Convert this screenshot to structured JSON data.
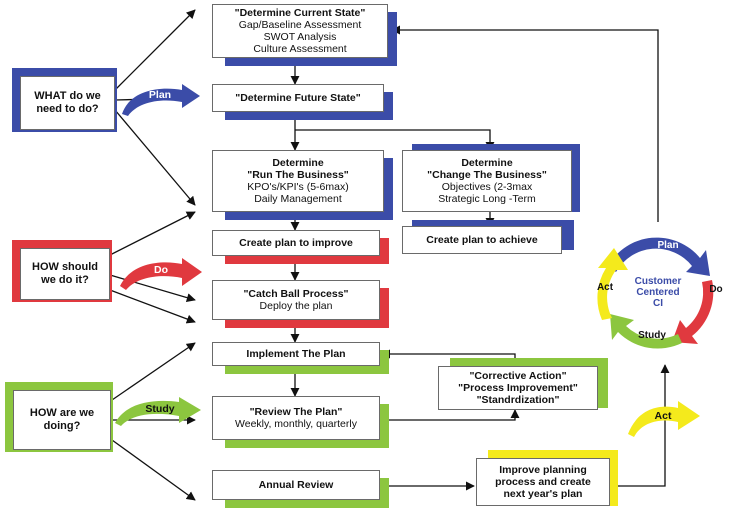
{
  "side_questions": {
    "what": "WHAT do we need to do?",
    "how_should": "HOW should we do it?",
    "how_doing": "HOW are we doing?"
  },
  "side_arrows": {
    "plan": "Plan",
    "do": "Do",
    "study": "Study",
    "act": "Act"
  },
  "boxes": {
    "current_state": [
      "\"Determine Current State\"",
      "Gap/Baseline Assessment",
      "SWOT Analysis",
      "Culture Assessment"
    ],
    "future_state": "\"Determine Future State\"",
    "run_business": [
      "Determine",
      "\"Run The Business\"",
      "KPO's/KPI's (5-6max)",
      "Daily Management"
    ],
    "change_business": [
      "Determine",
      "\"Change The Business\"",
      "Objectives (2-3max",
      "Strategic Long -Term"
    ],
    "plan_improve": "Create plan to improve",
    "plan_achieve": "Create plan to achieve",
    "catch_ball": [
      "\"Catch Ball Process\"",
      "Deploy the plan"
    ],
    "implement": "Implement The Plan",
    "corrective": [
      "\"Corrective Action\"",
      "\"Process Improvement\"",
      "\"Standrdization\""
    ],
    "review": [
      "\"Review The Plan\"",
      "Weekly, monthly, quarterly"
    ],
    "annual": "Annual Review",
    "improve_planning": [
      "Improve planning",
      "process and create",
      "next year's plan"
    ]
  },
  "cycle": {
    "center": [
      "Customer",
      "Centered",
      "CI"
    ],
    "plan": "Plan",
    "do": "Do",
    "study": "Study",
    "act": "Act"
  },
  "colors": {
    "blue": "#3b4ca8",
    "red": "#e0393f",
    "green": "#8cc63f",
    "yellow": "#f4ea1c"
  }
}
